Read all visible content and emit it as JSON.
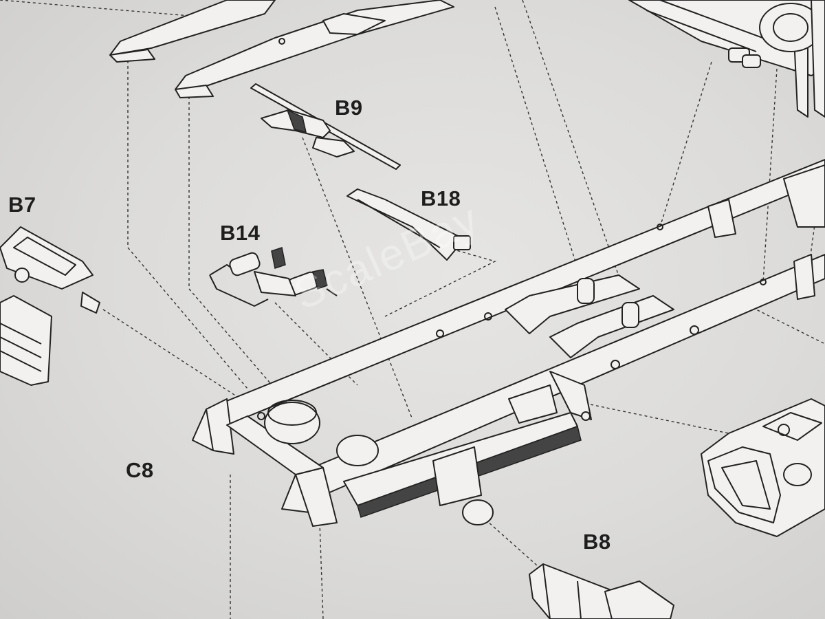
{
  "labels": {
    "b9": "B9",
    "b18": "B18",
    "b7": "B7",
    "b14": "B14",
    "c8": "C8",
    "b8": "B8"
  },
  "watermark": "ScaleBay",
  "colors": {
    "paper": "#e4e3e1",
    "ink": "#222222",
    "part_fill": "#f2f1ef"
  }
}
